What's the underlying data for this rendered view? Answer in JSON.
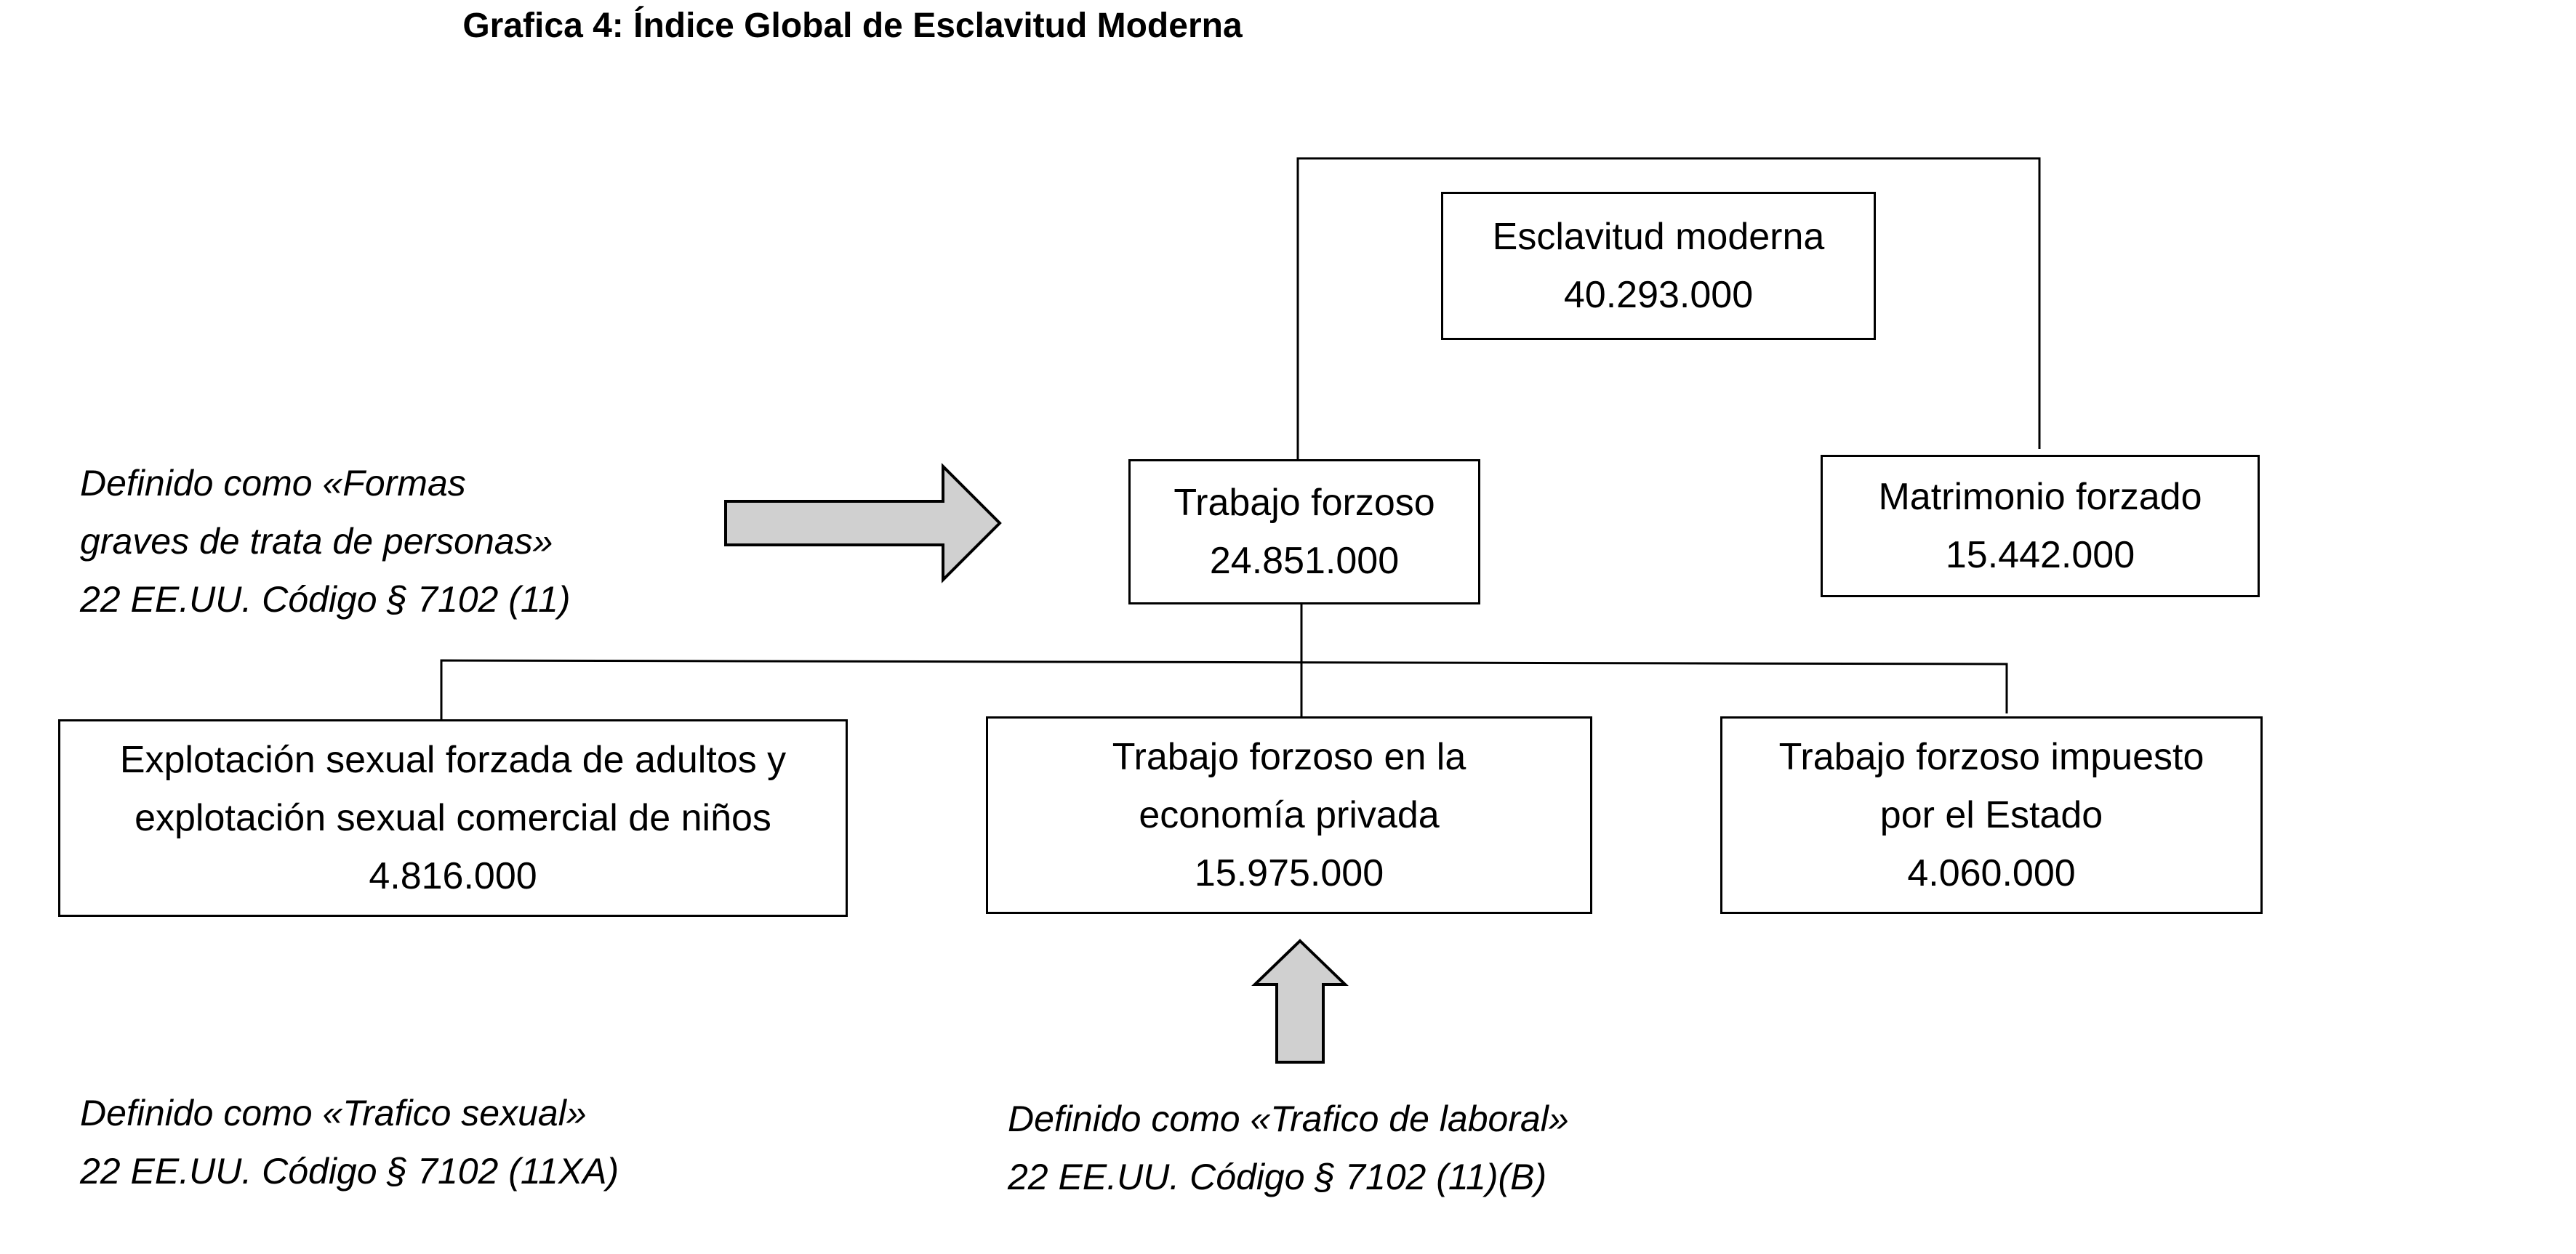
{
  "title": "Grafica 4: Índice Global de Esclavitud Moderna",
  "nodes": {
    "modern_slavery": {
      "label": "Esclavitud moderna",
      "value": "40.293.000"
    },
    "forced_labour": {
      "label": "Trabajo forzoso",
      "value": "24.851.000"
    },
    "forced_marriage": {
      "label": "Matrimonio forzado",
      "value": "15.442.000"
    },
    "sexual_exploitation": {
      "line1": "Explotación sexual forzada de adultos y",
      "line2": "explotación sexual comercial de niños",
      "value": "4.816.000"
    },
    "private_economy": {
      "line1": "Trabajo forzoso en la",
      "line2": "economía privada",
      "value": "15.975.000"
    },
    "state_imposed": {
      "line1": "Trabajo forzoso impuesto",
      "line2": "por el Estado",
      "value": "4.060.000"
    }
  },
  "notes": {
    "trafficking": {
      "line1": "Definido como «Formas",
      "line2": "graves de trata de personas»",
      "line3": "22 EE.UU. Código § 7102 (11)"
    },
    "sex_trafficking": {
      "line1": "Definido como «Trafico sexual»",
      "line2": "22 EE.UU. Código § 7102 (11XA)"
    },
    "labor_trafficking": {
      "line1": "Definido como «Trafico de laboral»",
      "line2": "22 EE.UU. Código § 7102 (11)(B)"
    }
  },
  "colors": {
    "arrow_fill": "#d0d0d0",
    "stroke": "#000000"
  }
}
